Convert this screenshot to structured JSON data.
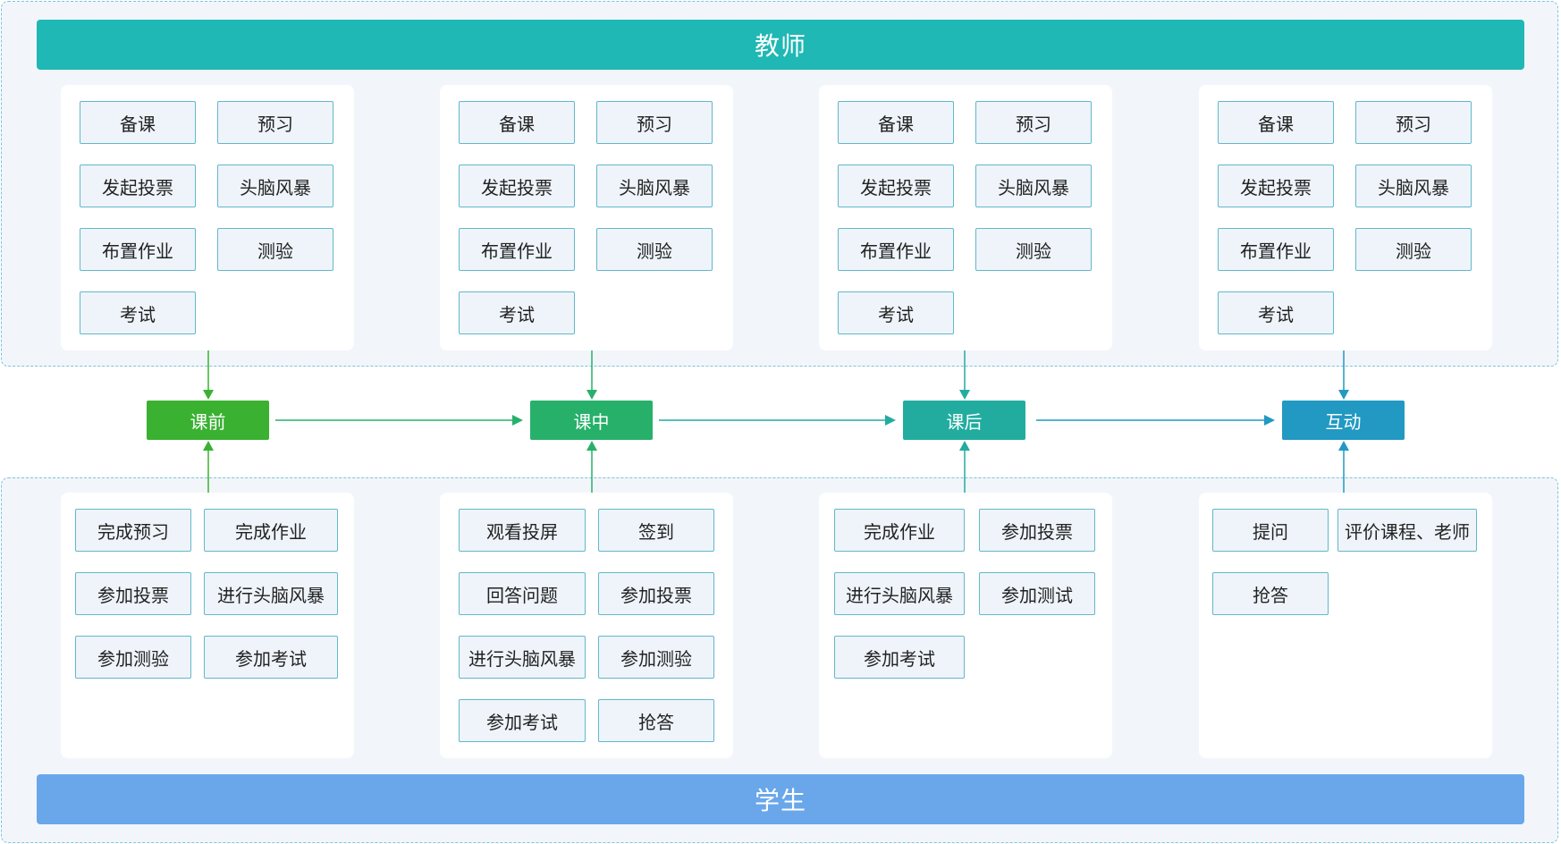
{
  "teacher_label": "教师",
  "student_label": "学生",
  "stages": [
    {
      "label": "课前",
      "color": "#3ab131"
    },
    {
      "label": "课中",
      "color": "#27b06a"
    },
    {
      "label": "课后",
      "color": "#22aca0"
    },
    {
      "label": "互动",
      "color": "#2199c2"
    }
  ],
  "teacher_panels": [
    {
      "items": [
        "备课",
        "预习",
        "发起投票",
        "头脑风暴",
        "布置作业",
        "测验",
        "考试"
      ]
    },
    {
      "items": [
        "备课",
        "预习",
        "发起投票",
        "头脑风暴",
        "布置作业",
        "测验",
        "考试"
      ]
    },
    {
      "items": [
        "备课",
        "预习",
        "发起投票",
        "头脑风暴",
        "布置作业",
        "测验",
        "考试"
      ]
    },
    {
      "items": [
        "备课",
        "预习",
        "发起投票",
        "头脑风暴",
        "布置作业",
        "测验",
        "考试"
      ]
    }
  ],
  "student_panels": [
    {
      "items": [
        "完成预习",
        "完成作业",
        "参加投票",
        "进行头脑风暴",
        "参加测验",
        "参加考试"
      ]
    },
    {
      "items": [
        "观看投屏",
        "签到",
        "回答问题",
        "参加投票",
        "进行头脑风暴",
        "参加测验",
        "参加考试",
        "抢答"
      ]
    },
    {
      "items": [
        "完成作业",
        "参加投票",
        "进行头脑风暴",
        "参加测试",
        "参加考试"
      ]
    },
    {
      "items": [
        "提问",
        "评价课程、老师",
        "抢答"
      ]
    }
  ],
  "colors": {
    "teacher_banner": "#20b8b4",
    "student_banner": "#69a7ea",
    "item_border": "#62b8c9",
    "item_fill": "#eef4fa",
    "zone_fill": "#f2f6fb"
  }
}
